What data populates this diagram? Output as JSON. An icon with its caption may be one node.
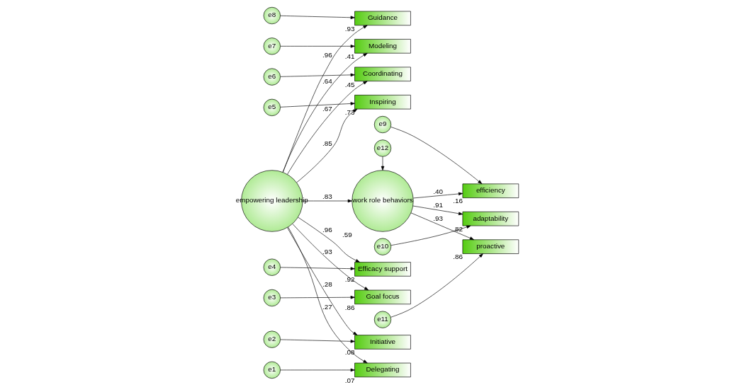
{
  "diagram": {
    "nodes": [
      {
        "text": [
          "e8"
        ]
      },
      {
        "text": [
          "e7"
        ]
      },
      {
        "text": [
          "e6"
        ]
      },
      {
        "text": [
          "e5"
        ]
      },
      {
        "text": [
          "e4"
        ]
      },
      {
        "text": [
          "e3"
        ]
      },
      {
        "text": [
          "e2"
        ]
      },
      {
        "text": [
          "e1"
        ]
      },
      {
        "text": [
          "Guidance"
        ],
        "beside": [
          ".93"
        ]
      },
      {
        "text": [
          "Modeling"
        ],
        "beside": [
          ".41"
        ]
      },
      {
        "text": [
          "Coordinating"
        ],
        "beside": [
          ".45"
        ]
      },
      {
        "text": [
          "Inspiring"
        ],
        "beside": [
          ".73"
        ]
      },
      {
        "text": [
          "Efficacy support"
        ],
        "beside": [
          ".92"
        ]
      },
      {
        "text": [
          "Goal focus"
        ],
        "beside": [
          ".86"
        ]
      },
      {
        "text": [
          "Initiative"
        ],
        "beside": [
          ".08"
        ]
      },
      {
        "text": [
          "Delegating"
        ],
        "beside": [
          ".07"
        ]
      },
      {
        "text": [
          "empowering leadership"
        ]
      },
      {
        "text": [
          "e12"
        ]
      },
      {
        "text": [
          "work role behaviors"
        ],
        "beside": [
          ".59"
        ]
      },
      {
        "text": [
          "efficiency"
        ],
        "beside": [
          ".16"
        ]
      },
      {
        "text": [
          "adaptability"
        ],
        "beside": [
          ".82"
        ]
      },
      {
        "text": [
          "proactive"
        ],
        "beside": [
          ".86"
        ]
      },
      {
        "text": [
          "e9"
        ]
      },
      {
        "text": [
          "e10"
        ]
      },
      {
        "text": [
          "e11"
        ]
      }
    ],
    "edges": [
      {
        "from": 0,
        "to": 8,
        "arrow": "to"
      },
      {
        "from": 1,
        "to": 9,
        "arrow": "to"
      },
      {
        "from": 2,
        "to": 10,
        "arrow": "to"
      },
      {
        "from": 3,
        "to": 11,
        "arrow": "to"
      },
      {
        "from": 4,
        "to": 12,
        "arrow": "to"
      },
      {
        "from": 5,
        "to": 13,
        "arrow": "to"
      },
      {
        "from": 6,
        "to": 14,
        "arrow": "to"
      },
      {
        "from": 7,
        "to": 15,
        "arrow": "to"
      },
      {
        "from": 16,
        "to": 8,
        "arrow": "to",
        "label": ".96"
      },
      {
        "from": 16,
        "to": 9,
        "arrow": "to",
        "label": ".64"
      },
      {
        "from": 16,
        "to": 10,
        "arrow": "to",
        "label": ".67"
      },
      {
        "from": 16,
        "to": 11,
        "arrow": "to",
        "label": ".85"
      },
      {
        "from": 16,
        "to": 12,
        "arrow": "to",
        "label": ".96"
      },
      {
        "from": 16,
        "to": 13,
        "arrow": "to",
        "label": ".93"
      },
      {
        "from": 16,
        "to": 14,
        "arrow": "to",
        "label": ".28"
      },
      {
        "from": 16,
        "to": 15,
        "arrow": "to",
        "label": ".27"
      },
      {
        "from": 16,
        "to": 18,
        "arrow": "to",
        "label": ".83"
      },
      {
        "from": 17,
        "to": 18,
        "arrow": "to"
      },
      {
        "from": 18,
        "to": 19,
        "arrow": "to",
        "label": ".40"
      },
      {
        "from": 18,
        "to": 20,
        "arrow": "to",
        "label": ".91"
      },
      {
        "from": 18,
        "to": 21,
        "arrow": "to",
        "label": ".93"
      },
      {
        "from": 22,
        "to": 19,
        "arrow": "to"
      },
      {
        "from": 23,
        "to": 20,
        "arrow": "to"
      },
      {
        "from": 24,
        "to": 21,
        "arrow": "to"
      }
    ]
  }
}
